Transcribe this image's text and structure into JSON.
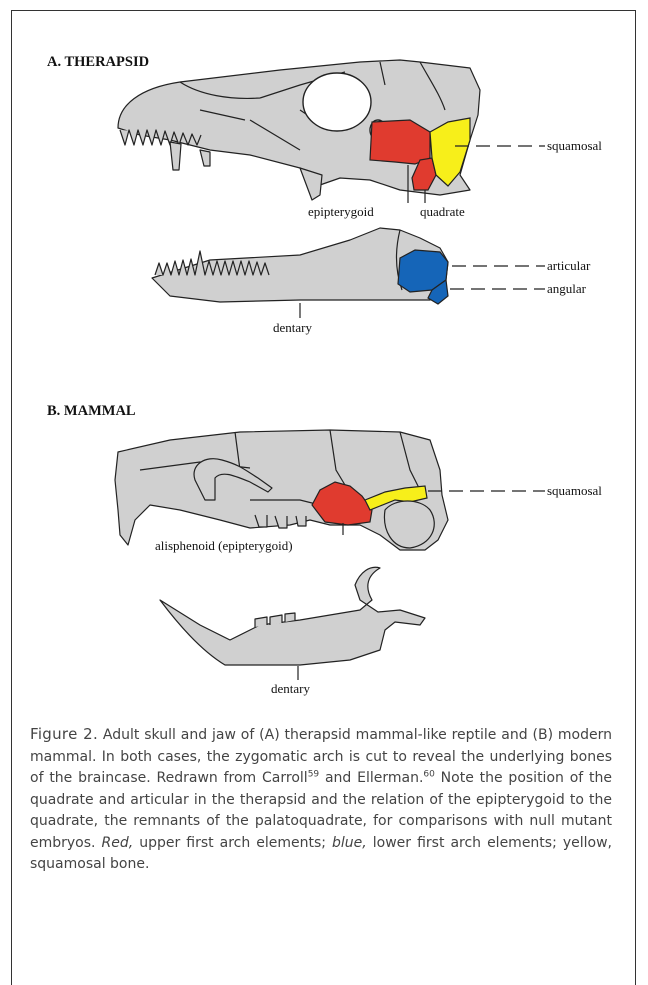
{
  "panel_a": {
    "heading": "A.  THERAPSID",
    "labels": {
      "squamosal": "squamosal",
      "epipterygoid": "epipterygoid",
      "quadrate": "quadrate",
      "articular": "articular",
      "angular": "angular",
      "dentary": "dentary"
    }
  },
  "panel_b": {
    "heading": "B.  MAMMAL",
    "labels": {
      "squamosal": "squamosal",
      "alisphenoid": "alisphenoid (epipterygoid)",
      "dentary": "dentary"
    }
  },
  "colors": {
    "red": "#e03b2f",
    "blue": "#1565b8",
    "yellow": "#f7ef1a",
    "bone": "#d0d0d0"
  },
  "caption": {
    "figure_label": "Figure 2.",
    "part1": " Adult skull and jaw of (",
    "a": "A",
    "part2": ") therapsid mammal-like reptile and (",
    "b": "B",
    "part3": ") modern mammal. In both cases, the zygomatic arch is cut to reveal the underlying bones of the braincase. Redrawn from Carroll",
    "ref1": "59",
    "part4": " and Ellerman.",
    "ref2": "60",
    "part5": " Note the position of the quadrate and articular in the therapsid and the relation of the epipterygoid to the quadrate, the remnants of the palatoquadrate, for comparisons with null mutant embryos. ",
    "red_word": "Red,",
    "part6": " upper first arch elements; ",
    "blue_word": "blue,",
    "part7": " lower first arch elements; yellow, squamosal bone."
  }
}
